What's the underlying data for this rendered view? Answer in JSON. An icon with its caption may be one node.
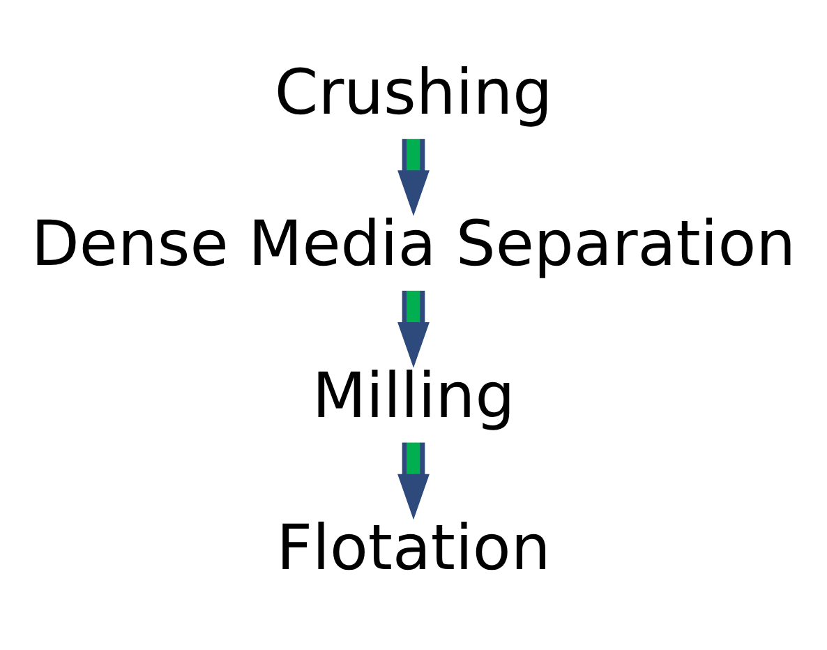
{
  "diagram": {
    "nodes": [
      {
        "text": [
          "Crushing"
        ]
      },
      {
        "text": [
          "Dense Media Separation"
        ]
      },
      {
        "text": [
          "Milling"
        ]
      },
      {
        "text": [
          "Flotation"
        ]
      }
    ],
    "edges": [
      {
        "from": 0,
        "to": 1,
        "arrow": "to"
      },
      {
        "from": 1,
        "to": 2,
        "arrow": "to"
      },
      {
        "from": 2,
        "to": 3,
        "arrow": "to"
      }
    ]
  }
}
